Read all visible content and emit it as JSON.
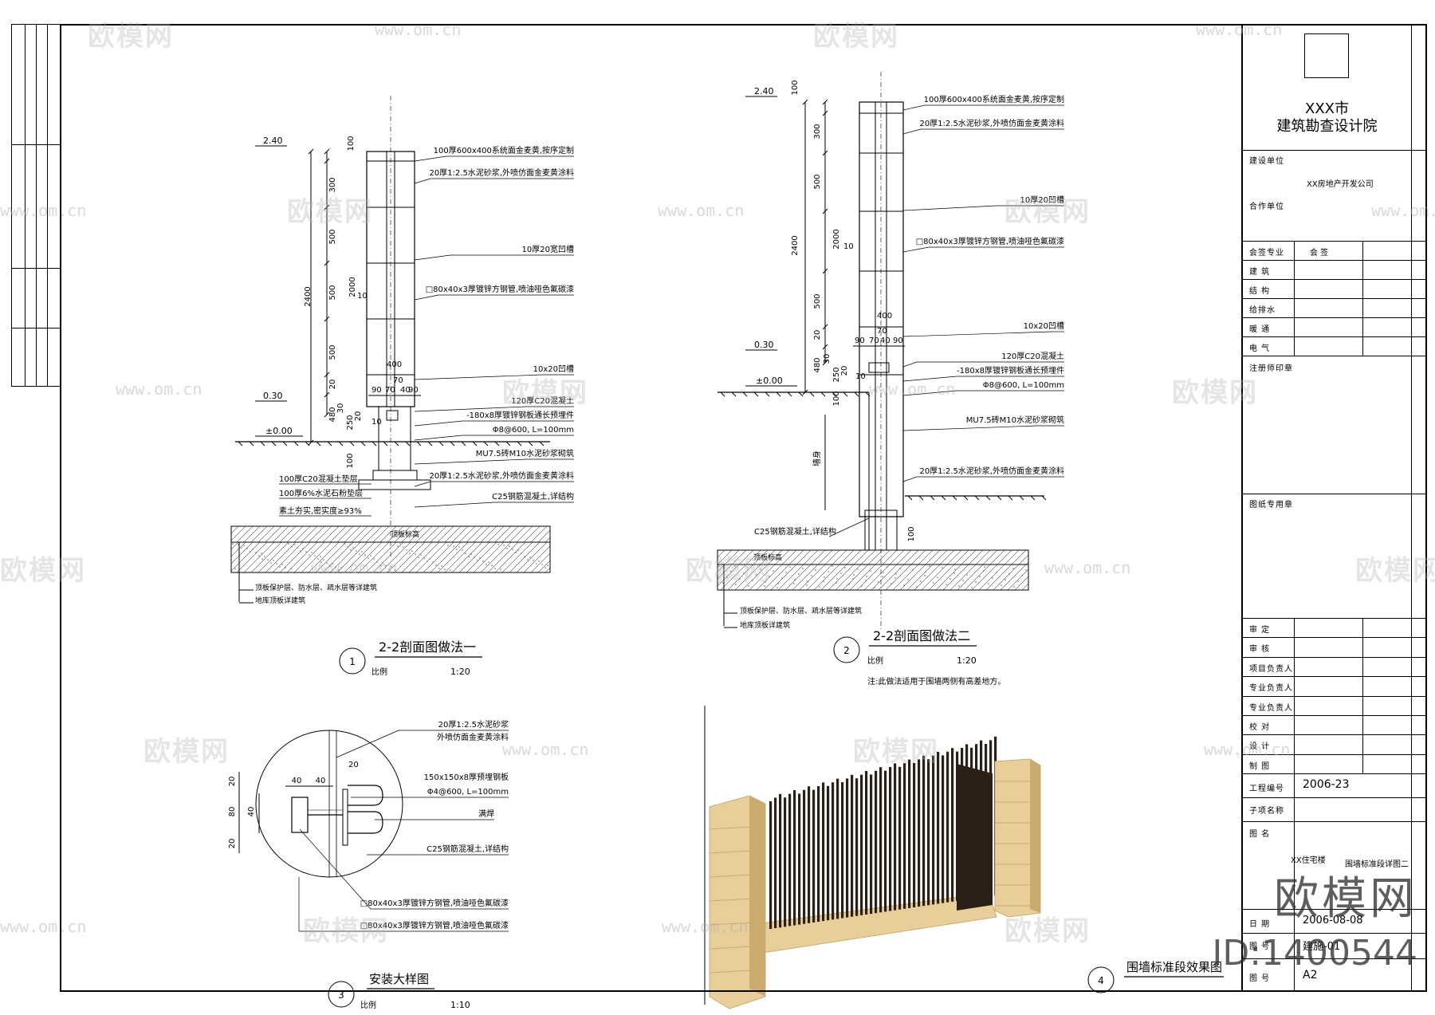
{
  "title_block": {
    "institute_line1": "XXX市",
    "institute_line2": "建筑勘查设计院",
    "client_label": "建设单位",
    "client_value": "XX房地产开发公司",
    "project_label": "合作单位",
    "disciplines_label": "会签专业",
    "disciplines_head_value": "会 签",
    "disciplines": [
      "建 筑",
      "结 构",
      "给排水",
      "暖 通",
      "电 气"
    ],
    "notes_label": "注册师印章",
    "stamp_label": "图纸专用章",
    "roles": [
      "审 定",
      "审 核",
      "项目负责人",
      "专业负责人",
      "专业负责人",
      "校 对",
      "设 计",
      "制 图"
    ],
    "drawing_no_label": "工程编号",
    "drawing_no_value": "2006-23",
    "project_name_label": "子项名称",
    "drawing_name_label": "图 名",
    "drawing_name_left": "XX住宅楼",
    "drawing_name_right": "围墙标准段详图二",
    "date_label": "日 期",
    "date_value": "2006-08-08",
    "sheet_no_label": "图 号",
    "sheet_no_value": "建施-01",
    "size_label": "图 号",
    "size_value": "A2"
  },
  "section1": {
    "num": "1",
    "title": "2-2剖面图做法一",
    "scale_label": "比例",
    "scale_value": "1:20",
    "elev_top": "2.40",
    "elev_mid": "0.30",
    "elev_zero": "±0.00",
    "dims_outer": [
      "100",
      "300",
      "500",
      "2000",
      "500",
      "500",
      "20"
    ],
    "dim_total": "2400",
    "dim_inner": "10",
    "dim_low": [
      "480",
      "30",
      "250",
      "20",
      "100"
    ],
    "dim_base": [
      "400",
      "70",
      "90",
      "70",
      "40",
      "90"
    ],
    "dim_10": "10",
    "notes": [
      "100厚600x400系统面金麦黄,按序定制",
      "20厚1:2.5水泥砂浆,外喷仿面金麦黄涂料",
      "10厚20宽凹槽",
      "□80x40x3厚镀锌方钢管,喷油哑色氟碳漆",
      "10x20凹槽",
      "120厚C20混凝土",
      "-180x8厚镀锌钢板通长预埋件",
      "Φ8@600, L=100mm",
      "MU7.5砖M10水泥砂浆砌筑",
      "20厚1:2.5水泥砂浆,外喷仿面金麦黄涂料",
      "C25钢筋混凝土,详结构"
    ],
    "left_notes": [
      "100厚C20混凝土垫层",
      "100厚6%水泥石粉垫层",
      "素土夯实,密实度≥93%"
    ],
    "roof_label": "顶板标高",
    "bottom_notes": [
      "顶板保护层、防水层、疏水层等详建筑",
      "地库顶板详建筑"
    ]
  },
  "section2": {
    "num": "2",
    "title": "2-2剖面图做法二",
    "scale_label": "比例",
    "scale_value": "1:20",
    "note": "注:此做法适用于围墙两侧有高差地方。",
    "elev_top": "2.40",
    "elev_mid": "0.30",
    "elev_zero": "±0.00",
    "dims_outer": [
      "100",
      "300",
      "500",
      "2000",
      "500",
      "20"
    ],
    "dim_total": "2400",
    "dim_inner": "10",
    "dim_low": [
      "480",
      "30",
      "250",
      "20",
      "100"
    ],
    "dim_base": [
      "400",
      "70",
      "90",
      "70",
      "40",
      "90"
    ],
    "dim_10": "10",
    "dim_100": "100",
    "dim_side": "墙身",
    "notes": [
      "100厚600x400系统面金麦黄,按序定制",
      "20厚1:2.5水泥砂浆,外喷仿面金麦黄涂料",
      "10厚20凹槽",
      "□80x40x3厚镀锌方钢管,喷油哑色氟碳漆",
      "10x20凹槽",
      "120厚C20混凝土",
      "-180x8厚镀锌钢板通长预埋件",
      "Φ8@600, L=100mm",
      "MU7.5砖M10水泥砂浆砌筑",
      "20厚1:2.5水泥砂浆,外喷仿面金麦黄涂料"
    ],
    "c25_label": "C25钢筋混凝土,详结构",
    "roof_label": "顶板标高",
    "bottom_notes": [
      "顶板保护层、防水层、疏水层等详建筑",
      "地库顶板详建筑"
    ]
  },
  "detail3": {
    "num": "3",
    "title": "安装大样图",
    "scale_label": "比例",
    "scale_value": "1:10",
    "dims_left": [
      "20",
      "80",
      "40",
      "20"
    ],
    "dims_top": [
      "40",
      "40"
    ],
    "dim_20": "20",
    "notes": [
      "20厚1:2.5水泥砂浆",
      "外喷仿面金麦黄涂料",
      "150x150x8厚预埋钢板",
      "Φ4@600, L=100mm",
      "满焊",
      "C25钢筋混凝土,详结构",
      "□80x40x3厚镀锌方钢管,喷油哑色氟碳漆",
      "□80x40x3厚镀锌方钢管,喷油哑色氟碳漆"
    ]
  },
  "render4": {
    "num": "4",
    "title": "围墙标准段效果图"
  },
  "watermarks": {
    "brand": "欧模网",
    "site": "www.om.cn",
    "big_brand": "欧模网",
    "id": "ID:1400544"
  },
  "colors": {
    "line": "#000000",
    "stone": "#e8cf9a",
    "stone_dark": "#c9ab70",
    "bars": "#2a2018",
    "hatch": "#666666"
  }
}
